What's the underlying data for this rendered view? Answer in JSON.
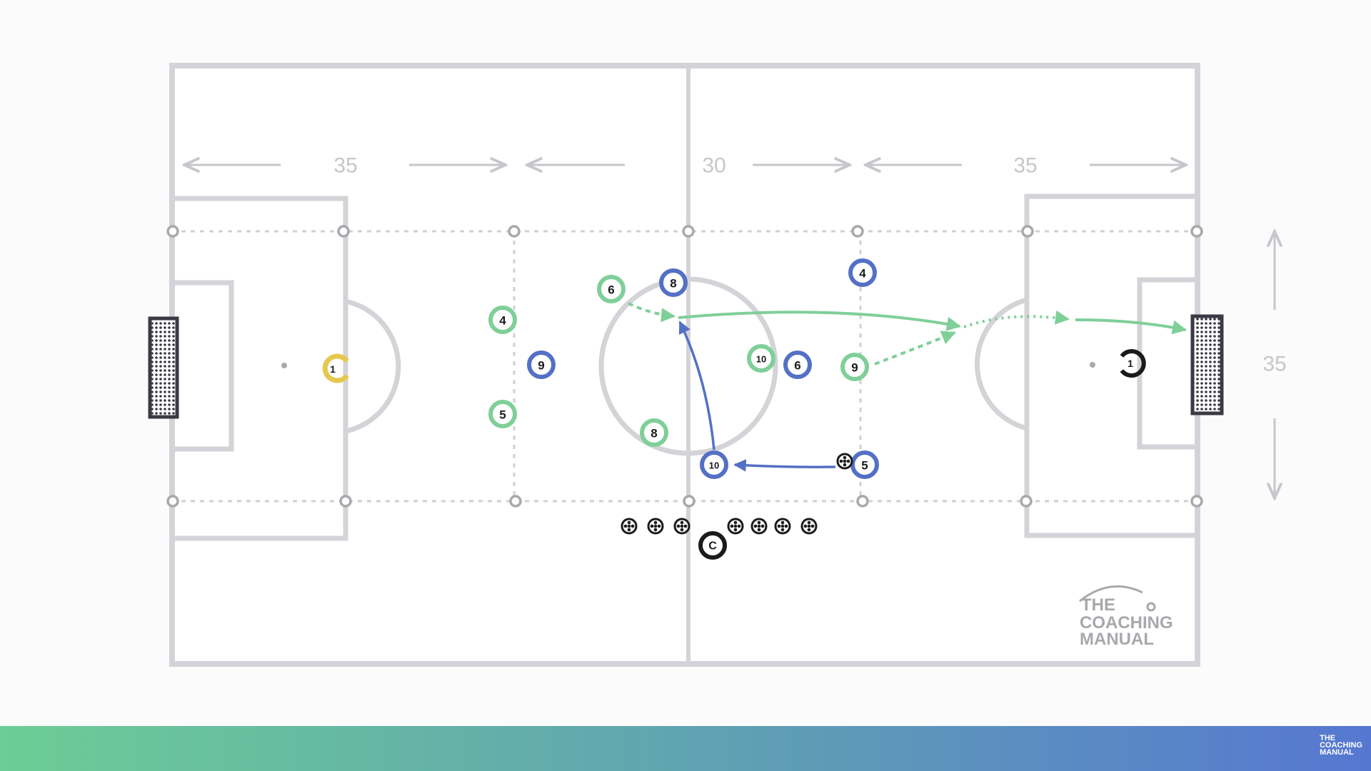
{
  "dimensions": {
    "top": [
      "35",
      "30",
      "35"
    ],
    "side": "35"
  },
  "colors": {
    "pitch_lines": "#d3d3d8",
    "green_team": "#7fcf98",
    "blue_team": "#5470c6",
    "yellow_keeper": "#e6c84e",
    "coach": "#1b1b1b",
    "dashed_zone": "#d0d0d4"
  },
  "green_team": [
    {
      "label": "6"
    },
    {
      "label": "4"
    },
    {
      "label": "5"
    },
    {
      "label": "8"
    },
    {
      "label": "10"
    },
    {
      "label": "9"
    }
  ],
  "blue_team": [
    {
      "label": "8"
    },
    {
      "label": "9"
    },
    {
      "label": "6"
    },
    {
      "label": "4"
    },
    {
      "label": "10"
    },
    {
      "label": "5"
    }
  ],
  "goalkeepers": [
    {
      "label": "1",
      "team": "yellow"
    },
    {
      "label": "1",
      "team": "black"
    }
  ],
  "coach": {
    "label": "C"
  },
  "balls": {
    "count_left": 3,
    "count_right": 4,
    "in_play": 1
  },
  "logo": {
    "line1": "THE",
    "line2": "COACHING",
    "line3": "MANUAL"
  },
  "footer_logo": {
    "line1": "THE",
    "line2": "COACHING",
    "line3": "MANUAL"
  }
}
